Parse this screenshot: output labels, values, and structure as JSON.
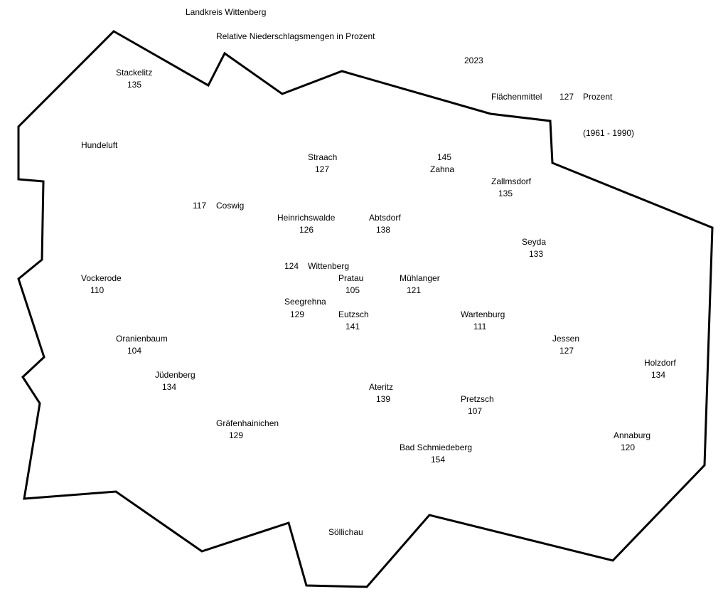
{
  "title": "Landkreis Wittenberg",
  "subtitle": "Relative Niederschlagsmengen in Prozent",
  "year": "2023",
  "legend": {
    "label": "Flächenmittel",
    "value": "127",
    "unit": "Prozent",
    "period": "(1961 - 1990)"
  },
  "places": {
    "stackelitz": {
      "name": "Stackelitz",
      "value": "135"
    },
    "hundeluft": {
      "name": "Hundeluft"
    },
    "straach": {
      "name": "Straach",
      "value": "127"
    },
    "zahna": {
      "name": "Zahna",
      "value": "145"
    },
    "zallmsdorf": {
      "name": "Zallmsdorf",
      "value": "135"
    },
    "coswig": {
      "name": "Coswig",
      "value": "117"
    },
    "heinrichswalde": {
      "name": "Heinrichswalde",
      "value": "126"
    },
    "abtsdorf": {
      "name": "Abtsdorf",
      "value": "138"
    },
    "seyda": {
      "name": "Seyda",
      "value": "133"
    },
    "wittenberg": {
      "name": "Wittenberg",
      "value": "124"
    },
    "vockerode": {
      "name": "Vockerode",
      "value": "110"
    },
    "pratau": {
      "name": "Pratau",
      "value": "105"
    },
    "muehlanger": {
      "name": "Mühlanger",
      "value": "121"
    },
    "seegrehna": {
      "name": "Seegrehna",
      "value": "129"
    },
    "eutzsch": {
      "name": "Eutzsch",
      "value": "141"
    },
    "wartenburg": {
      "name": "Wartenburg",
      "value": "111"
    },
    "oranienbaum": {
      "name": "Oranienbaum",
      "value": "104"
    },
    "jessen": {
      "name": "Jessen",
      "value": "127"
    },
    "holzdorf": {
      "name": "Holzdorf",
      "value": "134"
    },
    "juedenberg": {
      "name": "Jüdenberg",
      "value": "134"
    },
    "ateritz": {
      "name": "Ateritz",
      "value": "139"
    },
    "pretzsch": {
      "name": "Pretzsch",
      "value": "107"
    },
    "graefenhainichen": {
      "name": "Gräfenhainichen",
      "value": "129"
    },
    "bad_schmiedeberg": {
      "name": "Bad Schmiedeberg",
      "value": "154"
    },
    "annaburg": {
      "name": "Annaburg",
      "value": "120"
    },
    "soellichau": {
      "name": "Söllichau"
    }
  }
}
